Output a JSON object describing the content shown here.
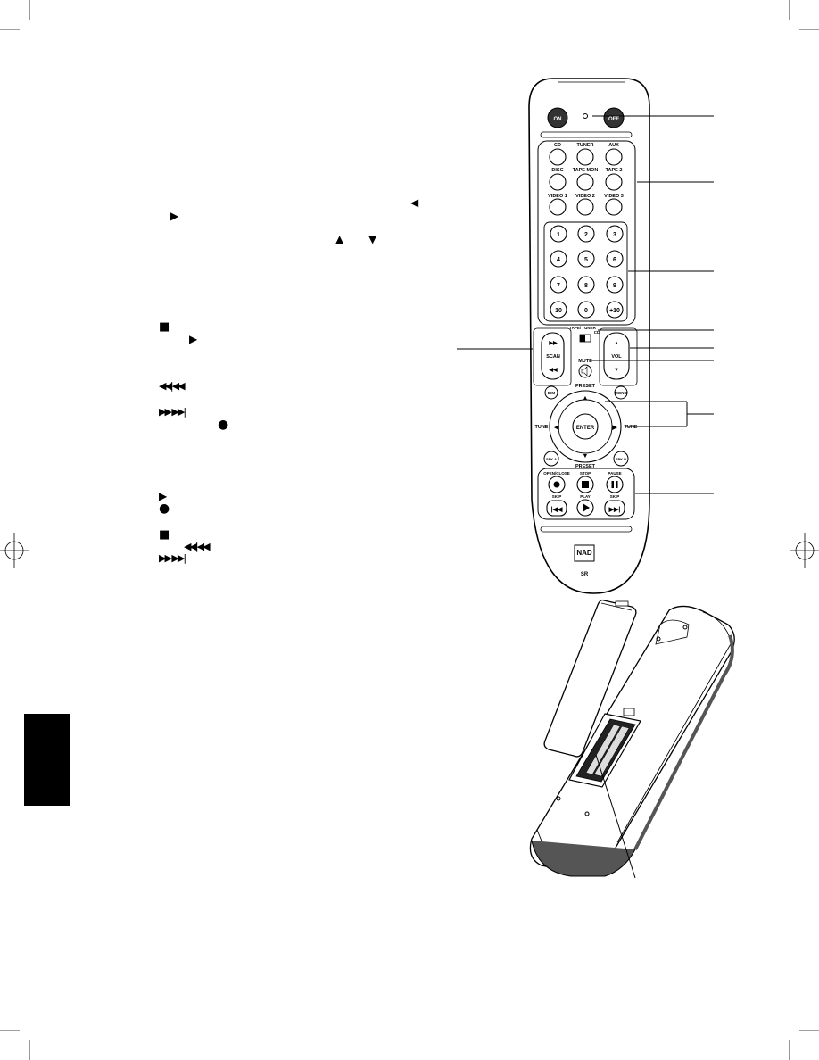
{
  "remote": {
    "power": {
      "on": "ON",
      "off": "OFF"
    },
    "sources": [
      "CD",
      "TUNER",
      "AUX",
      "DISC",
      "TAPE MON",
      "TAPE 2",
      "VIDEO 1",
      "VIDEO 2",
      "VIDEO 3"
    ],
    "numbers": [
      "1",
      "2",
      "3",
      "4",
      "5",
      "6",
      "7",
      "8",
      "9",
      "10",
      "0",
      "+10"
    ],
    "tape_tuner": "TAPE/ TUNER",
    "cd": "CD",
    "scan": "SCAN",
    "vol": "VOL",
    "mute": "MUTE",
    "preset": "PRESET",
    "dimmer": "DIM",
    "mono": "MONO",
    "tune": "TUNE",
    "enter": "ENTER",
    "spk_a": "SPK A",
    "spk_b": "SPK B",
    "transport": {
      "open_close": "OPEN/CLOSE",
      "stop": "STOP",
      "pause": "PAUSE",
      "skip": "SKIP",
      "play": "PLAY"
    },
    "brand": "NAD",
    "model": "SR"
  },
  "symbols": {
    "left": "◀",
    "right": "▶",
    "up": "▲",
    "down": "▼",
    "stop": "■",
    "play": "▶",
    "rewind": "◀◀|◀◀",
    "forward": "▶▶ ▶▶|",
    "record": "●"
  }
}
